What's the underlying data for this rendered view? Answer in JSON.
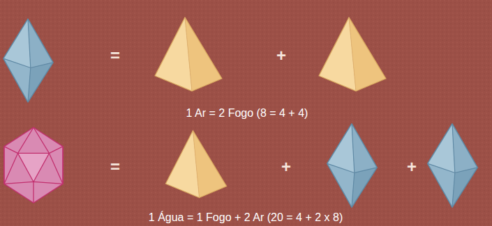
{
  "diagram": {
    "labels": [
      "=",
      "+",
      "1 Ar = 2 Fogo (8 = 4 + 4)",
      "=",
      "+",
      "+",
      "1 Água = 1 Fogo + 2 Ar (20 = 4 + 2 x 8)"
    ]
  }
}
